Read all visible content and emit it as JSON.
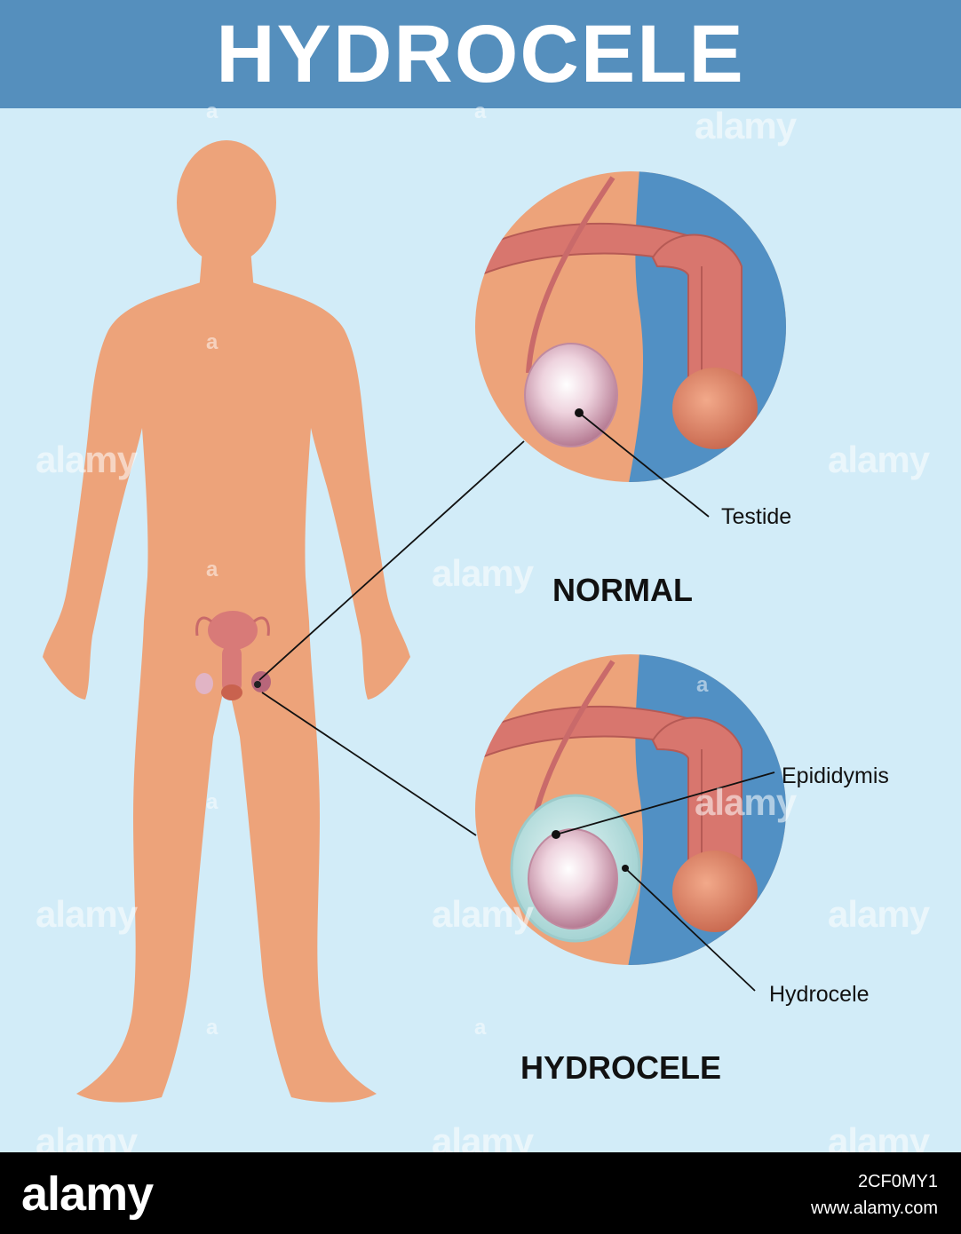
{
  "header": {
    "title": "HYDROCELE"
  },
  "sections": {
    "normal_label": "NORMAL",
    "hydrocele_label": "HYDROCELE"
  },
  "callouts": {
    "testide": "Testide",
    "epididymis": "Epididymis",
    "hydrocele": "Hydrocele"
  },
  "watermark": {
    "text": "alamy",
    "letter": "a"
  },
  "footer": {
    "logo": "alamy",
    "image_id": "2CF0MY1",
    "url": "www.alamy.com"
  },
  "colors": {
    "banner": "#558fbd",
    "background": "#d2ecf8",
    "body": "#eda37a",
    "circle_back": "#5190c4",
    "tissue": "#d8766e",
    "testis": "#e9c8d4",
    "fluid": "#c8eaea"
  }
}
